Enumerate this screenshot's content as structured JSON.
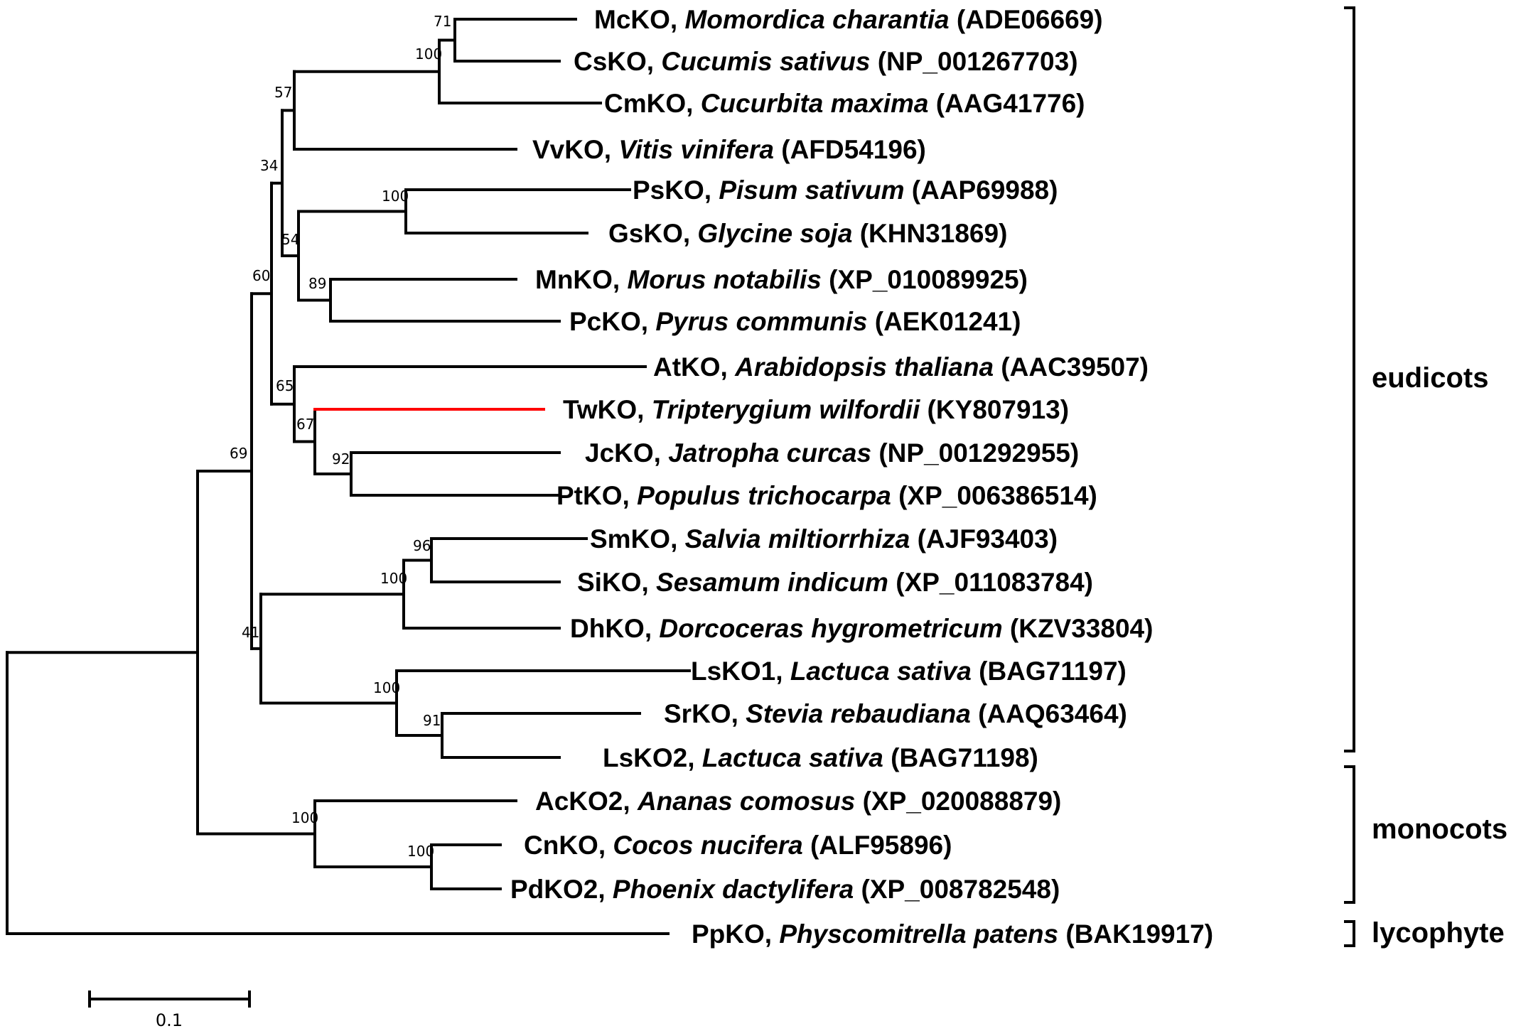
{
  "leaves": [
    {
      "id": "McKO",
      "abbr": "McKO, ",
      "species": "Momordica charantia",
      "acc": " (ADE06669)"
    },
    {
      "id": "CsKO",
      "abbr": "CsKO, ",
      "species": "Cucumis sativus",
      "acc": " (NP_001267703)"
    },
    {
      "id": "CmKO",
      "abbr": "CmKO, ",
      "species": "Cucurbita maxima",
      "acc": " (AAG41776)"
    },
    {
      "id": "VvKO",
      "abbr": "VvKO, ",
      "species": "Vitis vinifera",
      "acc": " (AFD54196)"
    },
    {
      "id": "PsKO",
      "abbr": "PsKO, ",
      "species": "Pisum sativum",
      "acc": " (AAP69988)"
    },
    {
      "id": "GsKO",
      "abbr": "GsKO, ",
      "species": "Glycine soja",
      "acc": " (KHN31869)"
    },
    {
      "id": "MnKO",
      "abbr": "MnKO, ",
      "species": "Morus notabilis",
      "acc": " (XP_010089925)"
    },
    {
      "id": "PcKO",
      "abbr": "PcKO, ",
      "species": "Pyrus communis",
      "acc": " (AEK01241)"
    },
    {
      "id": "AtKO",
      "abbr": "AtKO, ",
      "species": "Arabidopsis thaliana",
      "acc": " (AAC39507)"
    },
    {
      "id": "TwKO",
      "abbr": "TwKO, ",
      "species": "Tripterygium wilfordii",
      "acc": " (KY807913)",
      "highlight": true
    },
    {
      "id": "JcKO",
      "abbr": "JcKO, ",
      "species": "Jatropha curcas",
      "acc": " (NP_001292955)"
    },
    {
      "id": "PtKO",
      "abbr": "PtKO, ",
      "species": "Populus trichocarpa",
      "acc": " (XP_006386514)"
    },
    {
      "id": "SmKO",
      "abbr": "SmKO, ",
      "species": "Salvia miltiorrhiza",
      "acc": " (AJF93403)"
    },
    {
      "id": "SiKO",
      "abbr": "SiKO, ",
      "species": "Sesamum indicum",
      "acc": " (XP_011083784)"
    },
    {
      "id": "DhKO",
      "abbr": "DhKO, ",
      "species": "Dorcoceras hygrometricum",
      "acc": " (KZV33804)"
    },
    {
      "id": "LsKO1",
      "abbr": "LsKO1, ",
      "species": "Lactuca sativa",
      "acc": " (BAG71197)"
    },
    {
      "id": "SrKO",
      "abbr": "SrKO, ",
      "species": "Stevia rebaudiana",
      "acc": " (AAQ63464)"
    },
    {
      "id": "LsKO2",
      "abbr": "LsKO2, ",
      "species": "Lactuca sativa",
      "acc": " (BAG71198)"
    },
    {
      "id": "AcKO2",
      "abbr": "AcKO2, ",
      "species": "Ananas comosus",
      "acc": " (XP_020088879)"
    },
    {
      "id": "CnKO",
      "abbr": "CnKO, ",
      "species": "Cocos nucifera",
      "acc": " (ALF95896)"
    },
    {
      "id": "PdKO2",
      "abbr": "PdKO2, ",
      "species": "Phoenix dactylifera",
      "acc": " (XP_008782548)"
    },
    {
      "id": "PpKO",
      "abbr": "PpKO, ",
      "species": "Physcomitrella patens",
      "acc": " (BAK19917)"
    }
  ],
  "bootstrap": [
    "71",
    "100",
    "57",
    "34",
    "100",
    "54",
    "89",
    "60",
    "65",
    "67",
    "92",
    "69",
    "96",
    "100",
    "41",
    "100",
    "91",
    "100",
    "100"
  ],
  "groups": [
    "eudicots",
    "monocots",
    "lycophyte"
  ],
  "scale_label": "0.1",
  "highlight_color": "#ff0000"
}
